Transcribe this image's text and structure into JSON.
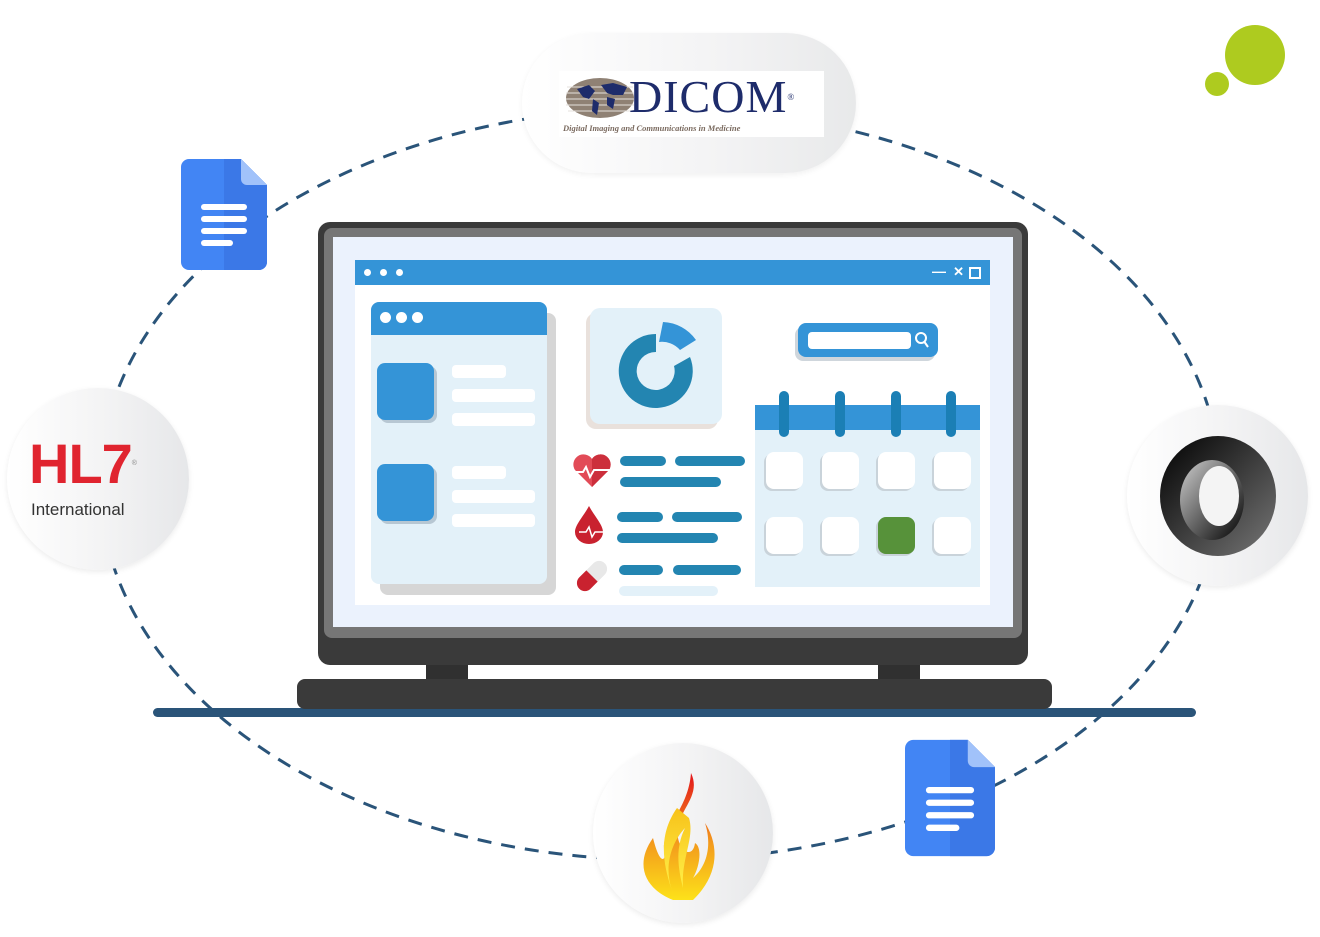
{
  "illustration": {
    "theme": "Healthcare interoperability standards around a medical dashboard",
    "colors": {
      "accent_blue": "#3494d7",
      "dark_blue": "#2385b1",
      "orbit_dash": "#2a5479",
      "laptop": "#3a3a3a",
      "lime": "#aecb1f",
      "calendar_highlight": "#57923a",
      "heart_red": "#d43a47"
    }
  },
  "logos": {
    "dicom": {
      "name": "DICOM",
      "registered": "®",
      "tagline": "Digital Imaging and Communications in Medicine",
      "icon": "globe-icon"
    },
    "hl7": {
      "name": "HL7",
      "registered": "®",
      "subtitle": "International"
    },
    "json": {
      "icon": "json-ring-icon"
    },
    "fhir": {
      "icon": "fhir-flame-icon"
    },
    "docs": [
      {
        "icon": "google-doc-icon"
      },
      {
        "icon": "google-doc-icon"
      }
    ]
  },
  "laptop_screen": {
    "window": {
      "controls": {
        "minimize": "—",
        "close": "✕",
        "maximize": "□"
      }
    },
    "records_panel": {
      "rows": 2
    },
    "chart_card": {
      "type": "donut",
      "icon": "donut-chart-icon"
    },
    "vitals": [
      {
        "icon": "heart-rate-icon"
      },
      {
        "icon": "blood-drop-icon"
      },
      {
        "icon": "pill-icon"
      }
    ],
    "search": {
      "icon": "search-icon",
      "value": ""
    },
    "calendar": {
      "rows": 2,
      "cols": 4,
      "highlighted_cell": {
        "row": 2,
        "col": 3
      }
    }
  }
}
